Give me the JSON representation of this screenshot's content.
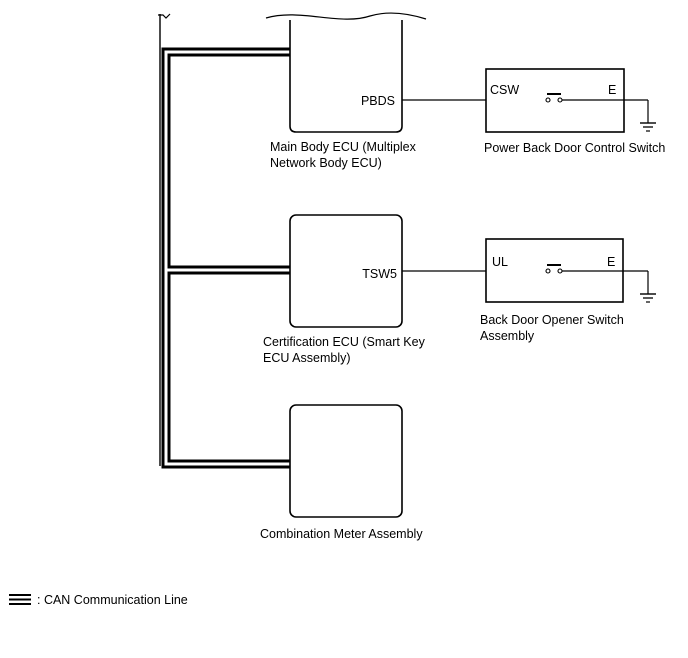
{
  "ecus": {
    "main_body": {
      "line1": "Main Body ECU (Multiplex",
      "line2": "Network Body ECU)",
      "terminal": "PBDS"
    },
    "certification": {
      "line1": "Certification ECU (Smart Key",
      "line2": "ECU Assembly)",
      "terminal": "TSW5"
    },
    "combination_meter": {
      "label": "Combination Meter Assembly"
    }
  },
  "switches": {
    "power_back_door": {
      "label": "Power Back Door Control Switch",
      "terminal_left": "CSW",
      "terminal_right": "E"
    },
    "back_door_opener": {
      "line1": "Back Door Opener Switch",
      "line2": "Assembly",
      "terminal_left": "UL",
      "terminal_right": "E"
    }
  },
  "legend": {
    "can_line": ": CAN Communication Line"
  }
}
